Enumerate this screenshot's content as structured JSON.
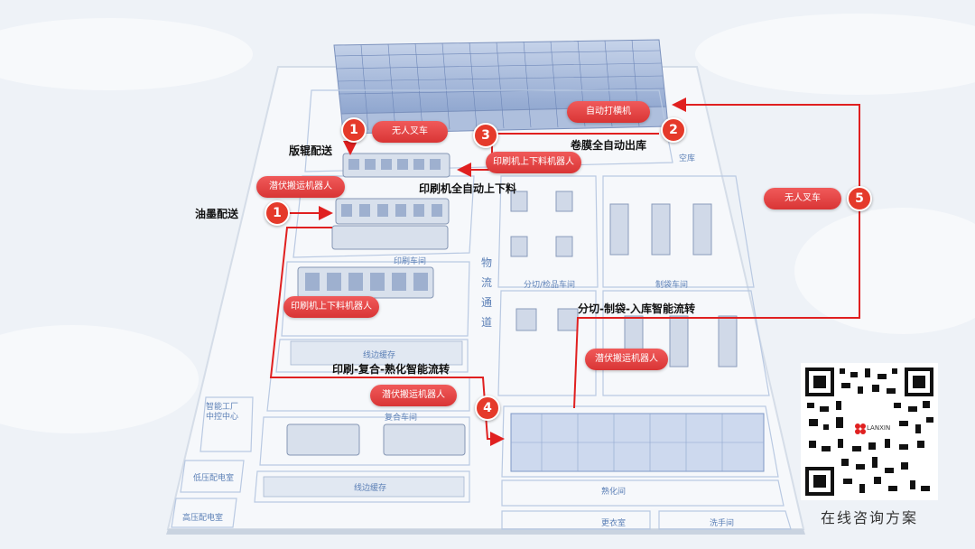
{
  "badges": [
    {
      "id": "b1a",
      "number": "1"
    },
    {
      "id": "b1b",
      "number": "1"
    },
    {
      "id": "b2",
      "number": "2"
    },
    {
      "id": "b3",
      "number": "3"
    },
    {
      "id": "b4",
      "number": "4"
    },
    {
      "id": "b5",
      "number": "5"
    }
  ],
  "pills": {
    "forklift_top": "无人叉车",
    "auto_baler": "自动打横机",
    "printer_loader_robot_top": "印刷机上下料机器人",
    "hidden_carrier_left": "潜伏搬运机器人",
    "forklift_right": "无人叉车",
    "printer_loader_robot_mid": "印刷机上下料机器人",
    "hidden_carrier_right": "潜伏搬运机器人",
    "hidden_carrier_bottom": "潜伏搬运机器人"
  },
  "captions": {
    "plate_roll_delivery": "版辊配送",
    "film_auto_outbound": "卷膜全自动出库",
    "printer_auto_loading": "印刷机全自动上下料",
    "ink_delivery": "油墨配送",
    "cut_bag_storage_flow": "分切-制袋-入库智能流转",
    "print_compound_cure_flow": "印刷-复合-熟化智能流转"
  },
  "zones": {
    "logistics_channel": "物流通道",
    "line_buffer_mid": "线边缓存",
    "line_buffer_bottom": "线边缓存",
    "compound_workshop": "复合车间",
    "curing_room": "熟化间",
    "locker_room": "更衣室",
    "wash_room": "洗手间",
    "slitting_inspection": "分切/检品车间",
    "bag_workshop": "制袋车间",
    "print_workshop": "印刷车间",
    "smart_factory_center": "智能工厂中控中心",
    "low_voltage_room": "低压配电室",
    "high_voltage_room": "高压配电室",
    "empty_area": "空库"
  },
  "qr": {
    "brand": "LANXIN",
    "caption": "在线咨询方案"
  },
  "colors": {
    "accent": "#e53a2a",
    "path": "#e02020",
    "pill": "#e04545",
    "zone_text": "#5b7fb6",
    "floor": "#f4f7fb"
  }
}
